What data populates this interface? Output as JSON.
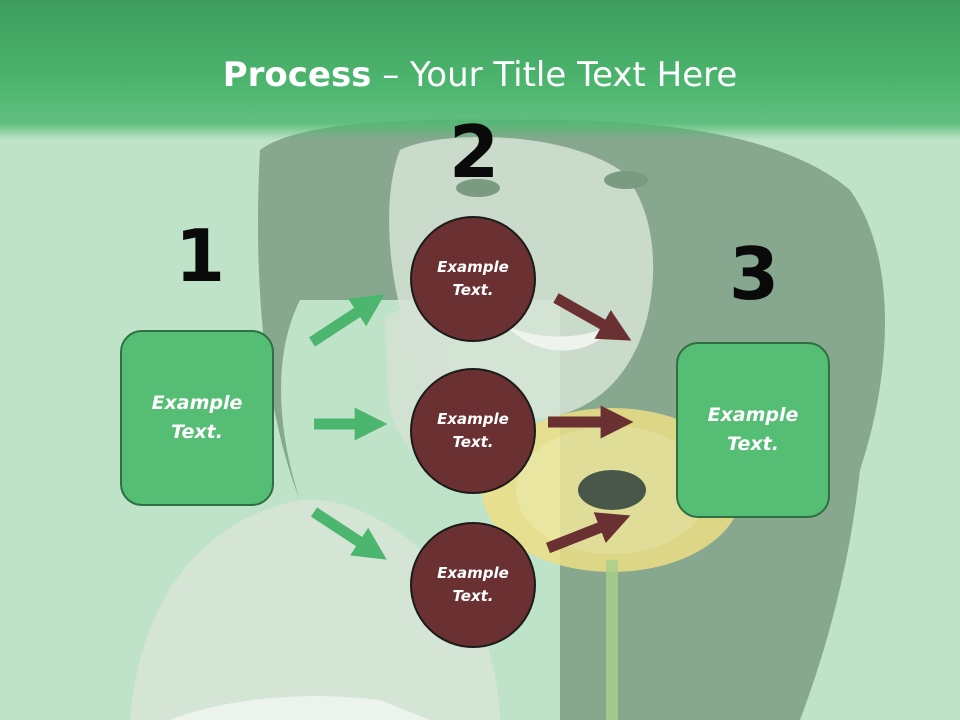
{
  "title": {
    "bold": "Process",
    "rest": " – Your Title Text Here"
  },
  "steps": [
    {
      "number": "1",
      "label": "Example Text."
    },
    {
      "number": "2",
      "items": [
        "Example Text.",
        "Example Text.",
        "Example Text."
      ]
    },
    {
      "number": "3",
      "label": "Example Text."
    }
  ],
  "colors": {
    "header": "#4cb56e",
    "box": "#55bd74",
    "circle": "#6b3031",
    "arrow_green": "#4cb56e",
    "arrow_dark": "#6b3031"
  }
}
